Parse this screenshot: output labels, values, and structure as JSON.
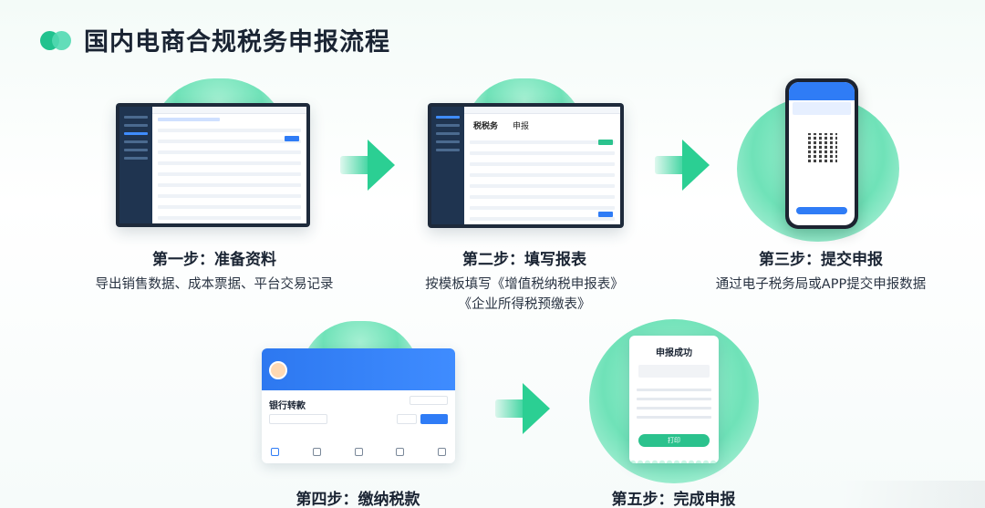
{
  "title": "国内电商合规税务申报流程",
  "colors": {
    "accent": "#2bcf93",
    "blue": "#2f7cf6",
    "blob": "#7fe6c0"
  },
  "steps": [
    {
      "title": "第一步：准备资料",
      "desc": [
        "导出销售数据、成本票据、平台交易记录"
      ]
    },
    {
      "title": "第二步：填写报表",
      "desc": [
        "按模板填写《增值税纳税申报表》",
        "《企业所得税预缴表》"
      ]
    },
    {
      "title": "第三步：提交申报",
      "desc": [
        "通过电子税务局或APP提交申报数据"
      ]
    },
    {
      "title": "第四步：缴纳税款",
      "desc": []
    },
    {
      "title": "第五步：完成申报",
      "desc": []
    }
  ],
  "step2_screen": {
    "heading": "税税务",
    "tab": "申报"
  },
  "pay_card": {
    "label": "银行转款"
  },
  "receipt": {
    "title": "申报成功",
    "button": "打印"
  },
  "icons": {
    "arrow": "arrow-right-icon",
    "logo": "dual-circle-logo-icon"
  }
}
